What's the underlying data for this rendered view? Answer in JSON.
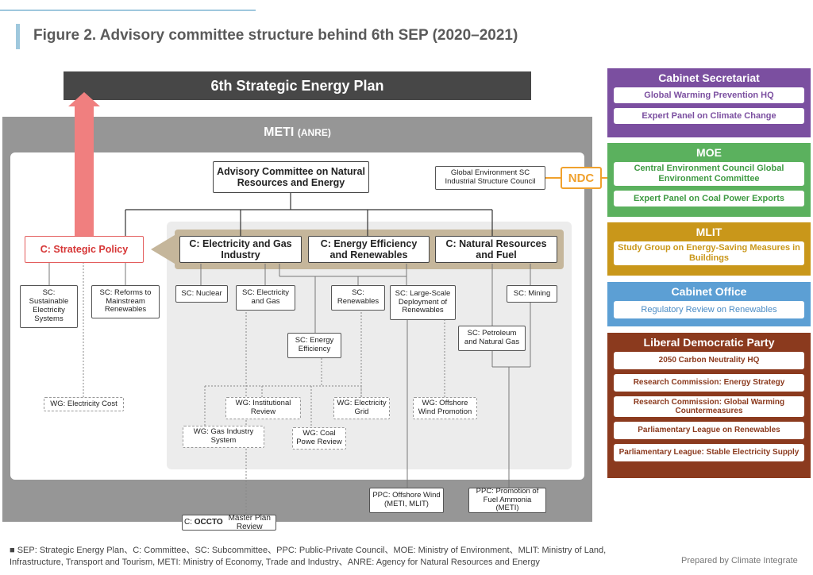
{
  "header": {
    "title": "Figure 2. Advisory committee structure behind 6th SEP (2020–2021)"
  },
  "plan": {
    "label": "6th Strategic Energy Plan"
  },
  "meti": {
    "label": "METI",
    "sub": "(ANRE)"
  },
  "nodes": {
    "advisory": "Advisory Committee on Natural Resources and Energy",
    "global_sc": "Global Environment SC Industrial Structure Council",
    "ndc": "NDC",
    "strategic_policy": "C: Strategic Policy",
    "elec_gas": "C: Electricity and Gas Industry",
    "ee_re": "C: Energy Efficiency and Renewables",
    "nat_res": "C: Natural Resources and Fuel",
    "sc_sustainable": "SC: Sustainable Electricity Systems",
    "sc_reforms": "SC: Reforms to Mainstream Renewables",
    "sc_nuclear": "SC: Nuclear",
    "sc_elec_gas": "SC: Electricity and Gas",
    "sc_renew": "SC: Renewables",
    "sc_largescale": "SC: Large-Scale Deployment of Renewables",
    "sc_mining": "SC: Mining",
    "sc_energy_eff": "SC: Energy Efficiency",
    "sc_petroleum": "SC: Petroleum and Natural Gas",
    "wg_elec_cost": "WG: Electricity Cost",
    "wg_institutional": "WG: Institutional Review",
    "wg_grid": "WG: Electricity Grid",
    "wg_offshore": "WG: Offshore Wind Promotion",
    "wg_gas_system": "WG: Gas Industry System",
    "wg_coal": "WG: Coal Powe Review",
    "ppc_offshore": "PPC: Offshore Wind (METI, MLIT)",
    "ppc_ammonia": "PPC: Promotion of Fuel Ammonia (METI)",
    "occto_prefix": "C:",
    "occto_bold": "OCCTO",
    "occto_suffix": "Master Plan Review"
  },
  "panels": {
    "cabinet_sec": {
      "title": "Cabinet Secretariat",
      "color": "#7b4fa0",
      "items": [
        "Global Warming Prevention HQ",
        "Expert Panel on Climate Change"
      ]
    },
    "moe": {
      "title": "MOE",
      "color": "#5bb15e",
      "items": [
        "Central Environment Council Global Environment Committee",
        "Expert Panel on Coal Power Exports"
      ]
    },
    "mlit": {
      "title": "MLIT",
      "color": "#c9971a",
      "items": [
        "Study Group on Energy-Saving Measures in Buildings"
      ]
    },
    "cabinet_office": {
      "title": "Cabinet Office",
      "color": "#5c9fd4",
      "items": [
        "Regulatory Review on Renewables"
      ]
    },
    "ldp": {
      "title": "Liberal Democratic Party",
      "color": "#8b3a1e",
      "items": [
        "2050 Carbon Neutrality HQ",
        "Research Commission: Energy Strategy",
        "Research Commission: Global Warming Countermeasures",
        "Parliamentary League on Renewables",
        "Parliamentary League: Stable Electricity Supply"
      ]
    }
  },
  "footer": {
    "note": "■ SEP: Strategic Energy Plan、C: Committee、SC: Subcommittee、PPC: Public-Private Council、MOE: Ministry of Environment、MLIT: Ministry of Land, Infrastructure, Transport and Tourism, METI: Ministry of Economy, Trade and Industry、ANRE: Agency for Natural Resources and Energy",
    "credit": "Prepared by Climate Integrate"
  }
}
